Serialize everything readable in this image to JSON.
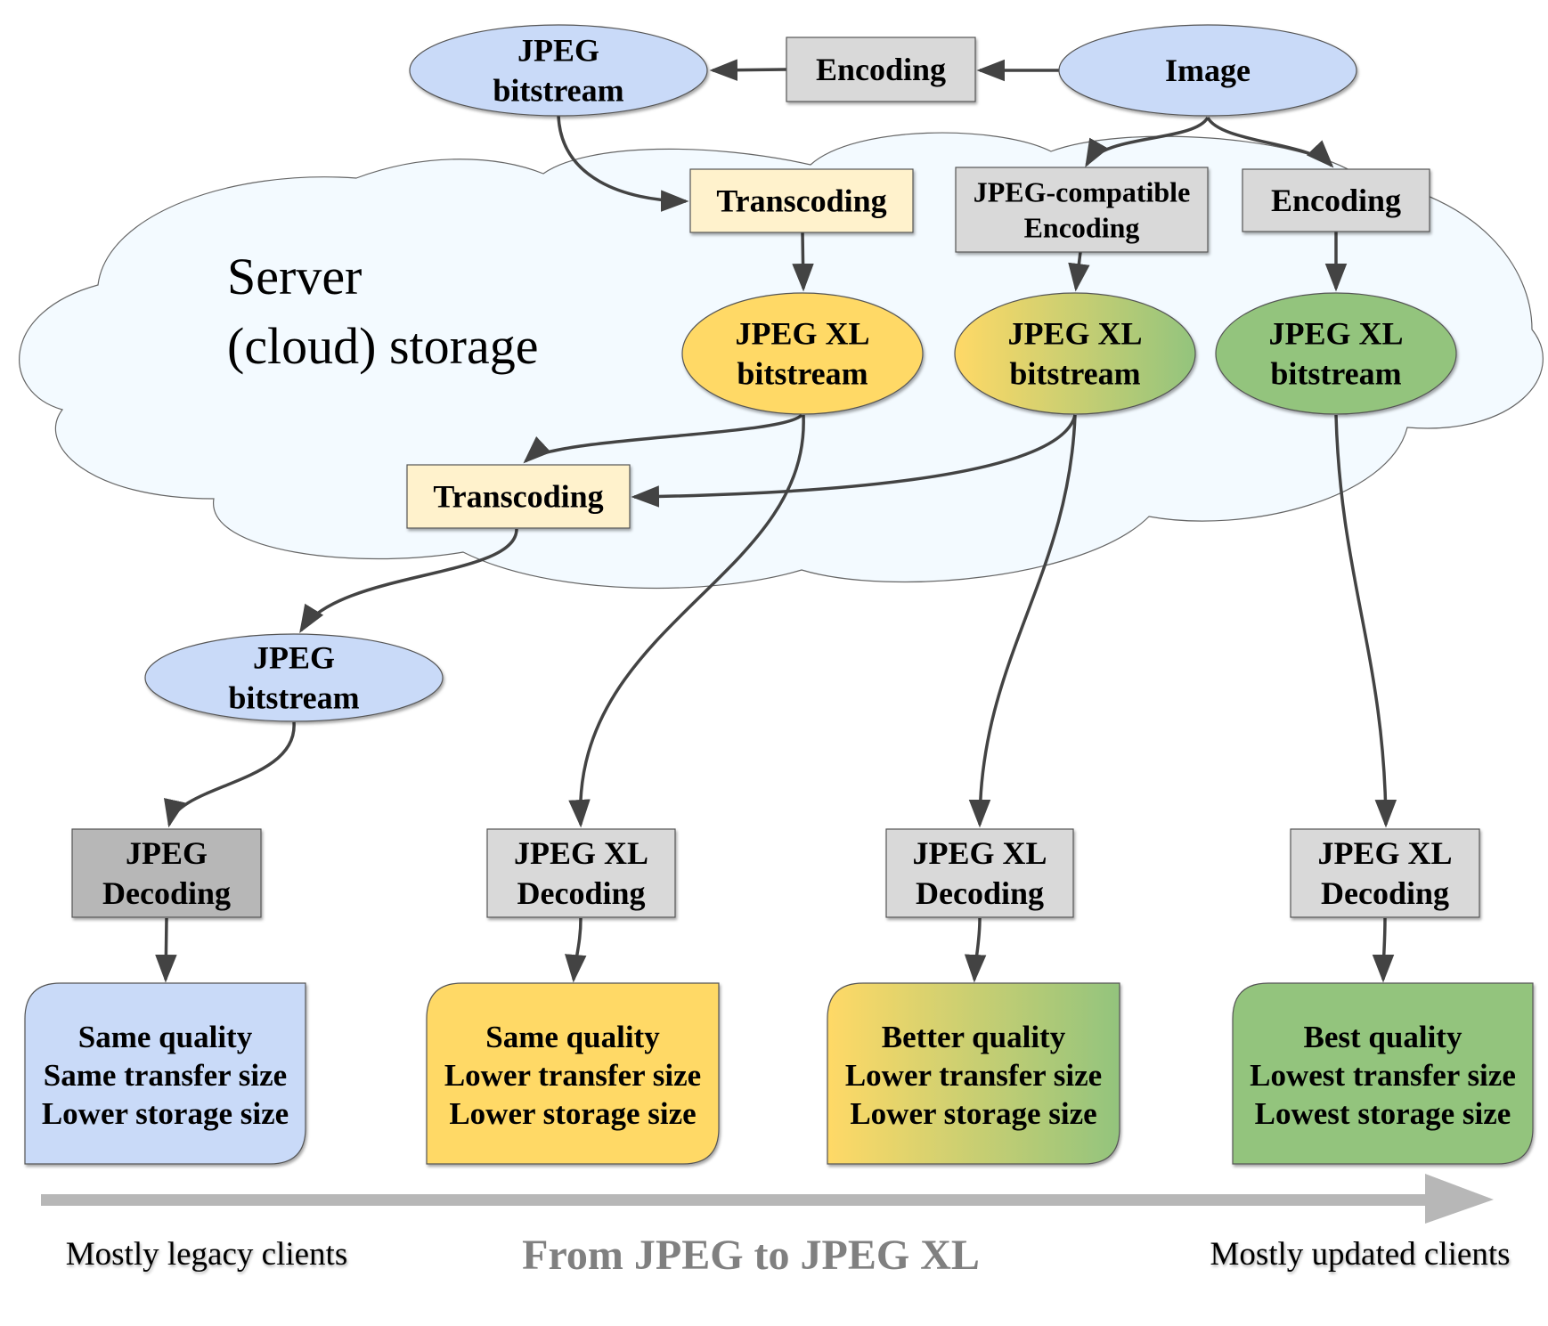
{
  "cloud": {
    "label_line1": "Server",
    "label_line2": "(cloud) storage",
    "fill": "#f3faff"
  },
  "colors": {
    "blue": "#c9daf8",
    "gray": "#d9d9d9",
    "dark_gray": "#b7b7b7",
    "cream": "#fff2cc",
    "yellow": "#ffd966",
    "green": "#93c47d",
    "edge": "#434343",
    "timeline": "#b7b7b7"
  },
  "nodes": {
    "jpeg_bitstream_top": [
      "JPEG",
      "bitstream"
    ],
    "encoding_top": [
      "Encoding"
    ],
    "image": [
      "Image"
    ],
    "transcoding_top": [
      "Transcoding"
    ],
    "jpeg_compatible_encoding": [
      "JPEG-compatible",
      "Encoding"
    ],
    "encoding_right": [
      "Encoding"
    ],
    "jxl_yellow": [
      "JPEG XL",
      "bitstream"
    ],
    "jxl_mixed": [
      "JPEG XL",
      "bitstream"
    ],
    "jxl_green": [
      "JPEG XL",
      "bitstream"
    ],
    "transcoding_lower": [
      "Transcoding"
    ],
    "jpeg_bitstream_lower": [
      "JPEG",
      "bitstream"
    ],
    "decoding_1": [
      "JPEG",
      "Decoding"
    ],
    "decoding_2": [
      "JPEG XL",
      "Decoding"
    ],
    "decoding_3": [
      "JPEG XL",
      "Decoding"
    ],
    "decoding_4": [
      "JPEG XL",
      "Decoding"
    ]
  },
  "outcomes": [
    [
      "Same quality",
      "Same transfer size",
      "Lower storage size"
    ],
    [
      "Same quality",
      "Lower transfer size",
      "Lower storage size"
    ],
    [
      "Better quality",
      "Lower transfer size",
      "Lower storage size"
    ],
    [
      "Best quality",
      "Lowest transfer size",
      "Lowest storage size"
    ]
  ],
  "timeline": {
    "left_label": "Mostly legacy clients",
    "center_label": "From JPEG to JPEG XL",
    "right_label": "Mostly updated clients"
  }
}
